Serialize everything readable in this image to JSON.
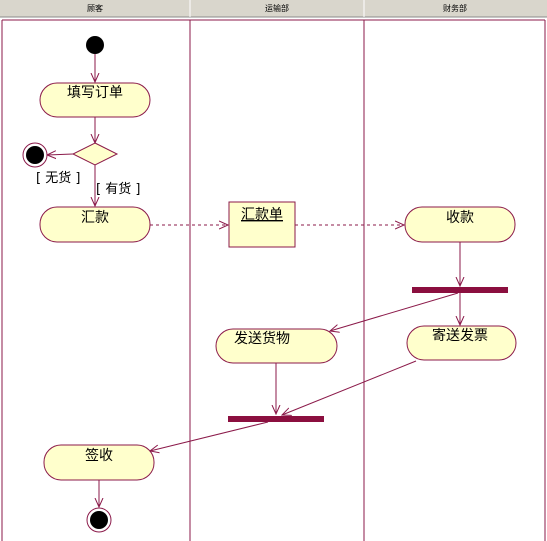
{
  "swimlanes": [
    {
      "id": "customer",
      "label": "顾客"
    },
    {
      "id": "shipping",
      "label": "运输部"
    },
    {
      "id": "finance",
      "label": "财务部"
    }
  ],
  "activities": {
    "fill_order": "填写订单",
    "remit": "汇款",
    "remittance_slip": "汇款单",
    "receive_payment": "收款",
    "ship_goods": "发送货物",
    "send_invoice": "寄送发票",
    "sign_receipt": "签收"
  },
  "guards": {
    "no_stock": "[ 无货 ]",
    "in_stock": "[ 有货 ]"
  },
  "colors": {
    "node_fill": "#ffffcc",
    "border": "#8b1a4a",
    "sync_bar": "#8b0f3f",
    "header": "#d9d6cc"
  }
}
